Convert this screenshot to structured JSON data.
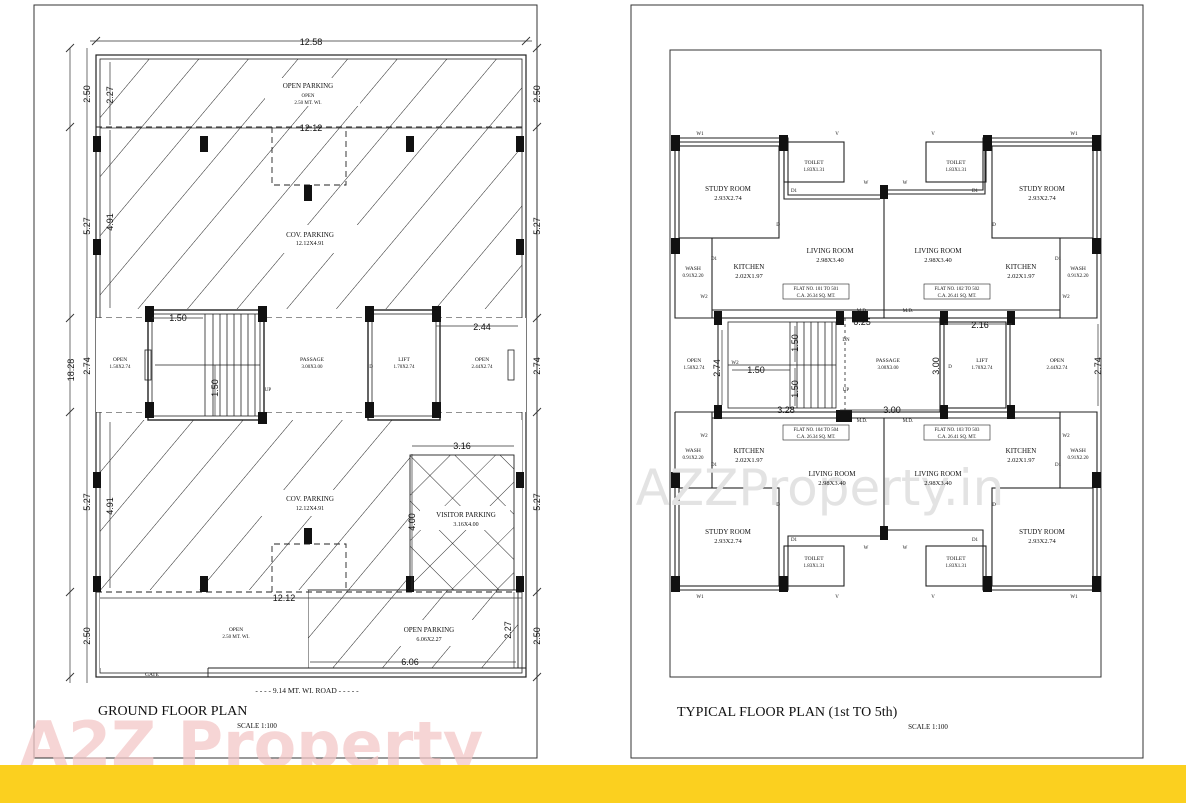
{
  "watermark": {
    "text": "AZZProperty.in"
  },
  "brand": {
    "logo_text": "A2Z Property",
    "bar_color": "#fbd01f"
  },
  "ground": {
    "title": "GROUND FLOOR PLAN",
    "scale": "SCALE 1:100",
    "road": "- - - - 9.14 MT. WI. ROAD - - - - -",
    "gate": "GATE",
    "dims": {
      "top": "12.58",
      "inner_top": "12.12",
      "inner_bottom": "12.12",
      "left_total": "18.28",
      "left_1": "2.50",
      "left_2": "5.27",
      "left_3": "2.74",
      "left_4": "5.27",
      "left_5": "2.50",
      "right_1": "2.50",
      "right_2": "5.27",
      "right_3": "2.74",
      "right_4": "5.27",
      "right_5": "2.50",
      "inner_left_1": "2.27",
      "inner_left_2": "4.91",
      "inner_left_3": "4.91",
      "stair_w": "1.50",
      "stair_h": "1.50",
      "lift_open": "2.44",
      "visitor_w": "3.16",
      "visitor_h": "4.00",
      "open_parking_w": "6.06",
      "open_parking_h": "2.27"
    },
    "labels": {
      "open_parking_top": "OPEN PARKING",
      "open_parking_top_sub": "OPEN",
      "open_parking_top_sub2": "2.50 MT. WI.",
      "cov_parking_1": "COV. PARKING",
      "cov_parking_1_dim": "12.12X4.91",
      "open_left": "OPEN",
      "open_left_dim": "1.50X2.74",
      "passage": "PASSAGE",
      "passage_dim": "3.00X3.00",
      "lift": "LIFT",
      "lift_dim": "1.70X2.74",
      "open_right": "OPEN",
      "open_right_dim": "2.44X2.74",
      "up": "UP",
      "d": "D",
      "cov_parking_2": "COV. PARKING",
      "cov_parking_2_dim": "12.12X4.91",
      "visitor_parking": "VISITOR PARKING",
      "visitor_parking_dim": "3.16X4.00",
      "open_bottom": "OPEN",
      "open_bottom_dim": "2.50 MT. WI.",
      "open_parking_bottom": "OPEN PARKING",
      "open_parking_bottom_dim": "6.06X2.27"
    }
  },
  "typical": {
    "title": "TYPICAL FLOOR PLAN (1st TO 5th)",
    "scale": "SCALE 1:100",
    "rooms": {
      "study": "STUDY ROOM",
      "study_dim": "2.93X2.74",
      "toilet": "TOILET",
      "toilet_dim": "1.83X1.31",
      "living": "LIVING ROOM",
      "living_dim": "2.98X3.40",
      "kitchen": "KITCHEN",
      "kitchen_dim": "2.02X1.97",
      "wash": "WASH",
      "wash_dim": "0.91X2.20",
      "open": "OPEN",
      "open_left_dim": "1.50X2.74",
      "open_right_dim": "2.44X2.74",
      "passage": "PASSAGE",
      "passage_dim": "3.00X3.00",
      "lift": "LIFT",
      "lift_dim": "1.70X2.74",
      "dn": "DN",
      "up": "UP",
      "md": "M.D."
    },
    "flats": {
      "tl_no": "FLAT NO. 101 TO 501",
      "tl_ca": "C.A.  26.34 SQ. MT.",
      "tr_no": "FLAT NO. 102 TO 502",
      "tr_ca": "C.A.  26.41 SQ. MT.",
      "bl_no": "FLAT NO. 104 TO 504",
      "bl_ca": "C.A.  26.34 SQ. MT.",
      "br_no": "FLAT NO. 103 TO 503",
      "br_ca": "C.A.  26.41 SQ. MT."
    },
    "dims": {
      "d625": "6.25",
      "d216": "2.16",
      "d274": "2.74",
      "d274r": "2.74",
      "d150": "1.50",
      "d150b": "1.50",
      "d150c": "1.50",
      "d300": "3.00",
      "d300v": "3.00",
      "d328": "3.28"
    },
    "marks": {
      "w1": "W1",
      "w": "W",
      "v": "V",
      "d": "D",
      "d1": "D1",
      "w2": "W2"
    }
  }
}
